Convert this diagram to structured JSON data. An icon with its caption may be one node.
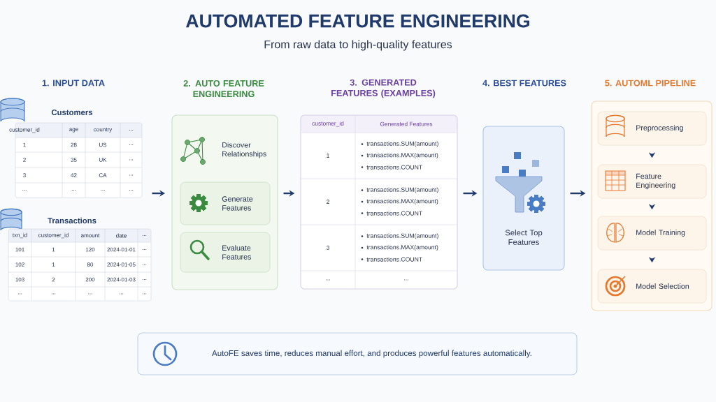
{
  "diagram": {
    "title": "AUTOMATED FEATURE ENGINEERING",
    "nodes": [
      {
        "text": [
          "Customers"
        ]
      },
      {
        "text": [
          "Transactions"
        ]
      },
      {
        "text": [
          "2. AUTO FEATURE ENGINEERING",
          "Discover Relationships"
        ]
      },
      {
        "text": [
          "Generate Features"
        ],
        "in": 2
      },
      {
        "text": [
          "Evaluate Features"
        ],
        "in": 2
      },
      {
        "text": [
          "3. GENERATED FEATURES (EXAMPLES)"
        ]
      },
      {
        "text": [
          "Select Top Features"
        ]
      },
      {
        "text": [
          "5. AUTOML PIPELINE"
        ]
      },
      {
        "text": [
          "Preprocessing"
        ],
        "in": 7
      },
      {
        "text": [
          "Feature Engineering"
        ],
        "in": 7
      },
      {
        "text": [
          "Model Training"
        ],
        "in": 7
      },
      {
        "text": [
          "Model Selection"
        ],
        "in": 7
      },
      {
        "text": [
          "AutoFE saves time, reduces manual effort, and produces powerful features automatically."
        ]
      }
    ],
    "edges": [
      {
        "from": null,
        "to": 2,
        "arrow": "to"
      },
      {
        "from": 2,
        "to": 5,
        "arrow": "to"
      },
      {
        "from": 5,
        "to": 6,
        "arrow": "to"
      },
      {
        "from": 6,
        "to": 7,
        "arrow": "to"
      },
      {
        "from": 8,
        "to": 9,
        "arrow": "to"
      },
      {
        "from": 9,
        "to": 10,
        "arrow": "to"
      },
      {
        "from": 10,
        "to": 11,
        "arrow": "to"
      }
    ],
    "labels": [
      "From raw data to high-quality features",
      "1. INPUT DATA",
      "4. BEST FEATURES",
      "customer_id",
      "age",
      "country",
      "...",
      "1",
      "28",
      "US",
      "...",
      "2",
      "35",
      "UK",
      "...",
      "3",
      "42",
      "CA",
      "...",
      "...",
      "...",
      "...",
      "...",
      "txn_id",
      "customer_id",
      "amount",
      "date",
      "...",
      "101",
      "1",
      "120",
      "2024-01-01",
      "...",
      "102",
      "1",
      "80",
      "2024-01-05",
      "...",
      "103",
      "2",
      "200",
      "2024-01-03",
      "...",
      "...",
      "...",
      "...",
      "...",
      "...",
      "customer_id",
      "Generated Features",
      "1",
      "transactions.SUM(amount)",
      "transactions.MAX(amount)",
      "transactions.COUNT",
      "2",
      "transactions.SUM(amount)",
      "transactions.MAX(amount)",
      "transactions.COUNT",
      "3",
      "transactions.SUM(amount)",
      "transactions.MAX(amount)",
      "transactions.COUNT",
      "...",
      "..."
    ]
  }
}
